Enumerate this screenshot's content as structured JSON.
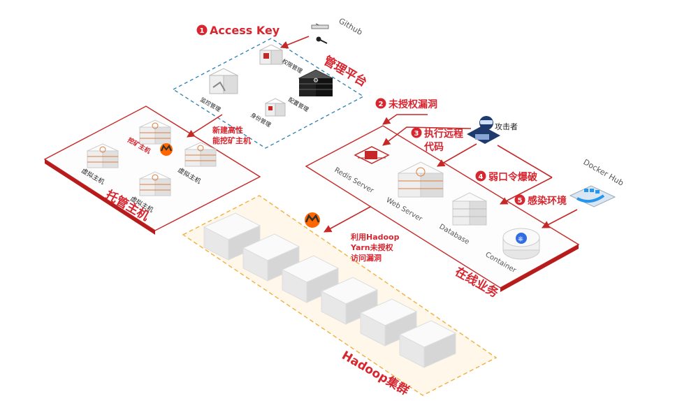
{
  "steps": {
    "access_key": "Access Key",
    "unauthorized": "未授权漏洞",
    "rce_line1": "执行远程",
    "rce_line2": "代码",
    "weak_password": "弱口令爆破",
    "infect_env": "感染环境",
    "new_host_line1": "新建高性",
    "new_host_line2": "能挖矿主机",
    "hadoop_line1": "利用Hadoop",
    "hadoop_line2": "Yarn未授权",
    "hadoop_line3": "访问漏洞"
  },
  "step_numbers": {
    "n1": "1",
    "n2": "2",
    "n3": "3",
    "n4": "4",
    "n5": "5"
  },
  "zones": {
    "management": "管理平台",
    "hosted": "托管主机",
    "online": "在线业务",
    "hadoop": "Hadoop集群"
  },
  "nodes": {
    "github": "Github",
    "attacker": "攻击者",
    "docker_hub": "Docker Hub",
    "perm_mgmt": "权限管理",
    "monitor_mgmt": "监控管理",
    "config_mgmt": "配置管理",
    "identity_mgmt": "身份管理",
    "mining_host": "挖矿主机",
    "vm_1": "虚拟主机",
    "vm_2": "虚拟主机",
    "vm_3": "虚拟主机",
    "redis": "Redis Server",
    "web": "Web Server",
    "database": "Database",
    "container": "Container"
  },
  "colors": {
    "accent": "#d7262f",
    "hadoop_border": "#f0b040",
    "mgmt_border": "#2a7fb3"
  }
}
